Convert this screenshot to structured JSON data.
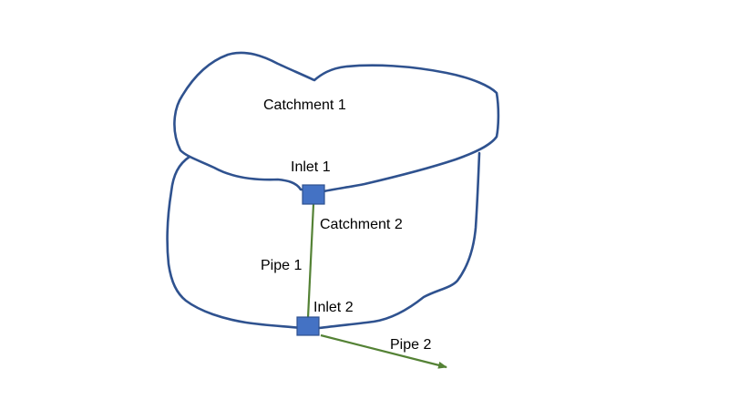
{
  "labels": {
    "catchment_1": "Catchment 1",
    "catchment_2": "Catchment 2",
    "inlet_1": "Inlet 1",
    "inlet_2": "Inlet 2",
    "pipe_1": "Pipe 1",
    "pipe_2": "Pipe 2"
  },
  "colors": {
    "boundary": "#2F528F",
    "inlet": "#4472C4",
    "pipe": "#548235",
    "text": "#000000",
    "background": "#FFFFFF"
  }
}
